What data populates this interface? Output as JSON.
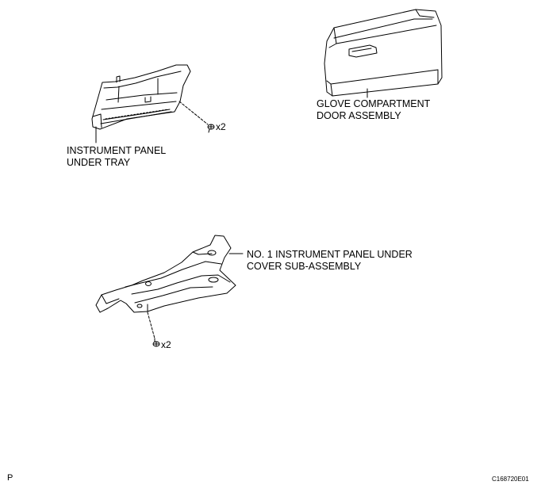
{
  "labels": {
    "glove_line1": "GLOVE COMPARTMENT",
    "glove_line2": "DOOR ASSEMBLY",
    "tray_line1": "INSTRUMENT PANEL",
    "tray_line2": "UNDER TRAY",
    "cover_line1": "NO. 1 INSTRUMENT PANEL UNDER",
    "cover_line2": "COVER SUB-ASSEMBLY"
  },
  "quantities": {
    "tray_screws": "x2",
    "cover_screws": "x2"
  },
  "footer": {
    "left_mark": "P",
    "figure_code": "C168720E01"
  }
}
